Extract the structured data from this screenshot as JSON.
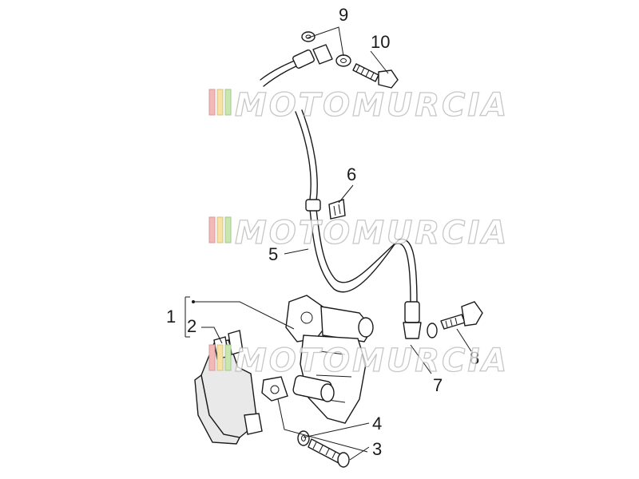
{
  "diagram": {
    "callouts": [
      {
        "id": "c1",
        "label": "1"
      },
      {
        "id": "c2",
        "label": "2"
      },
      {
        "id": "c3",
        "label": "3"
      },
      {
        "id": "c4",
        "label": "4"
      },
      {
        "id": "c5",
        "label": "5"
      },
      {
        "id": "c6",
        "label": "6"
      },
      {
        "id": "c7",
        "label": "7"
      },
      {
        "id": "c8",
        "label": "8"
      },
      {
        "id": "c9",
        "label": "9"
      },
      {
        "id": "c10",
        "label": "10"
      }
    ]
  },
  "watermark": {
    "text": "MOTOMURCIA",
    "colors": [
      "#f3b9b9",
      "#f6e2a6",
      "#c9e6b0",
      "#f3b9b9"
    ]
  }
}
